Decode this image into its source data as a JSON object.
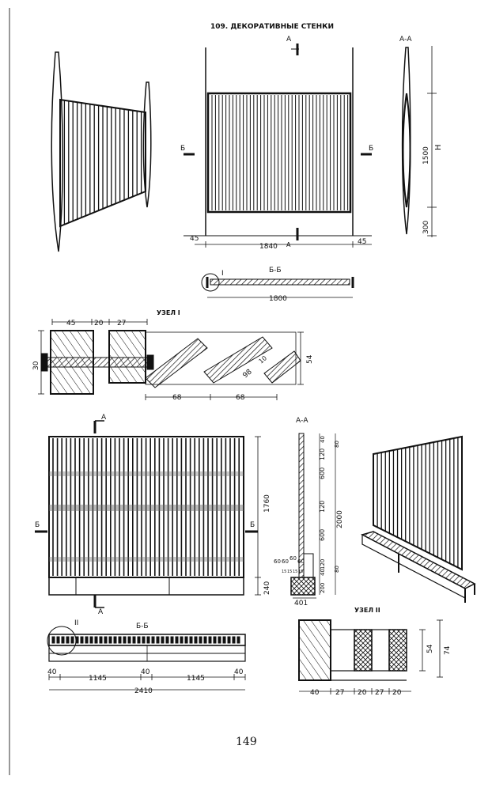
{
  "title": "109. ДЕКОРАТИВНЫЕ СТЕНКИ",
  "page_number": "149",
  "top": {
    "section_a_top": "А",
    "section_a_bottom": "А",
    "section_aa_label": "А-А",
    "section_b_left": "Б",
    "section_b_right": "Б",
    "section_bb_label": "Б-Б",
    "dim_45_left": "45",
    "dim_45_right": "45",
    "dim_1840": "1840",
    "dim_1500": "1500",
    "dim_h": "Н",
    "dim_300": "300",
    "dim_1800": "1800",
    "node_marker": "I"
  },
  "node1": {
    "title": "УЗЕЛ I",
    "dim_45": "45",
    "dim_20": "20",
    "dim_27": "27",
    "dim_30": "30",
    "dim_54": "54",
    "dim_98": "98",
    "dim_10": "10",
    "dim_68a": "68",
    "dim_68b": "68"
  },
  "bottom": {
    "section_a_top": "А",
    "section_a_bottom": "А",
    "section_b_left": "Б",
    "section_b_right": "Б",
    "dim_1760": "1760",
    "dim_240": "240",
    "section_aa_label": "А-А",
    "aa_dims": {
      "d40": "40",
      "d80a": "80",
      "d120a": "120",
      "d600a": "600",
      "d120b": "120",
      "d600b": "600",
      "d120c": "120",
      "d40b": "40",
      "d80b": "80",
      "d200": "200",
      "d2000": "2000",
      "d401": "401",
      "d60a": "60",
      "d60b": "60",
      "d60c": "60",
      "d60d": "60",
      "d15a": "15",
      "d15b": "15",
      "d15c": "15",
      "d15d": "15"
    },
    "section_bb_label": "Б-Б",
    "node_marker": "II",
    "dim_40a": "40",
    "dim_1145a": "1145",
    "dim_40b": "40",
    "dim_1145b": "1145",
    "dim_40c": "40",
    "dim_2410": "2410"
  },
  "node2": {
    "title": "УЗЕЛ II",
    "dim_54": "54",
    "dim_74": "74",
    "dim_40": "40",
    "dim_27a": "27",
    "dim_20a": "20",
    "dim_27b": "27",
    "dim_20b": "20"
  }
}
